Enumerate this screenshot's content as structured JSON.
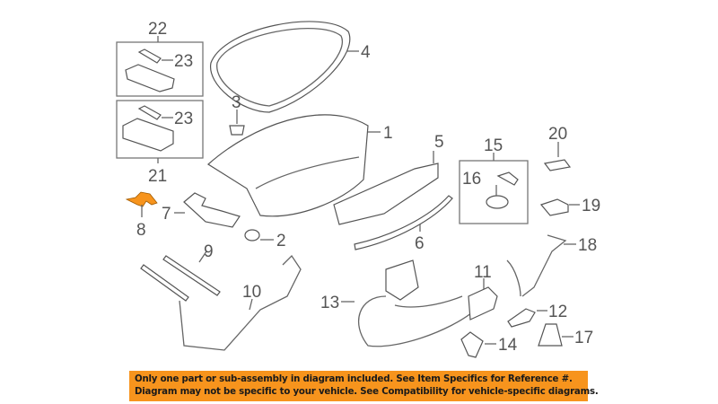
{
  "diagram": {
    "callouts": {
      "c1": "1",
      "c2": "2",
      "c3": "3",
      "c4": "4",
      "c5": "5",
      "c6": "6",
      "c7": "7",
      "c8": "8",
      "c9": "9",
      "c10": "10",
      "c11": "11",
      "c12": "12",
      "c13": "13",
      "c14": "14",
      "c15": "15",
      "c16": "16",
      "c17": "17",
      "c18": "18",
      "c19": "19",
      "c20": "20",
      "c21": "21",
      "c22": "22",
      "c23a": "23",
      "c23b": "23"
    },
    "highlight_color": "#f7941d"
  },
  "banner": {
    "line1": "Only one part or sub-assembly in diagram included. See Item Specifics for Reference #.",
    "line2": "Diagram may not be specific to your vehicle. See Compatibility for vehicle-specific diagrams."
  }
}
